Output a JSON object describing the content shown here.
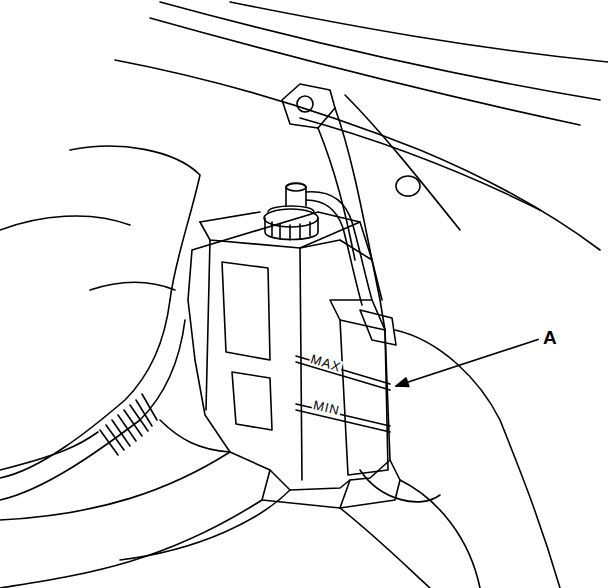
{
  "diagram": {
    "labels": [
      "MAX",
      "MIN",
      "A"
    ]
  }
}
